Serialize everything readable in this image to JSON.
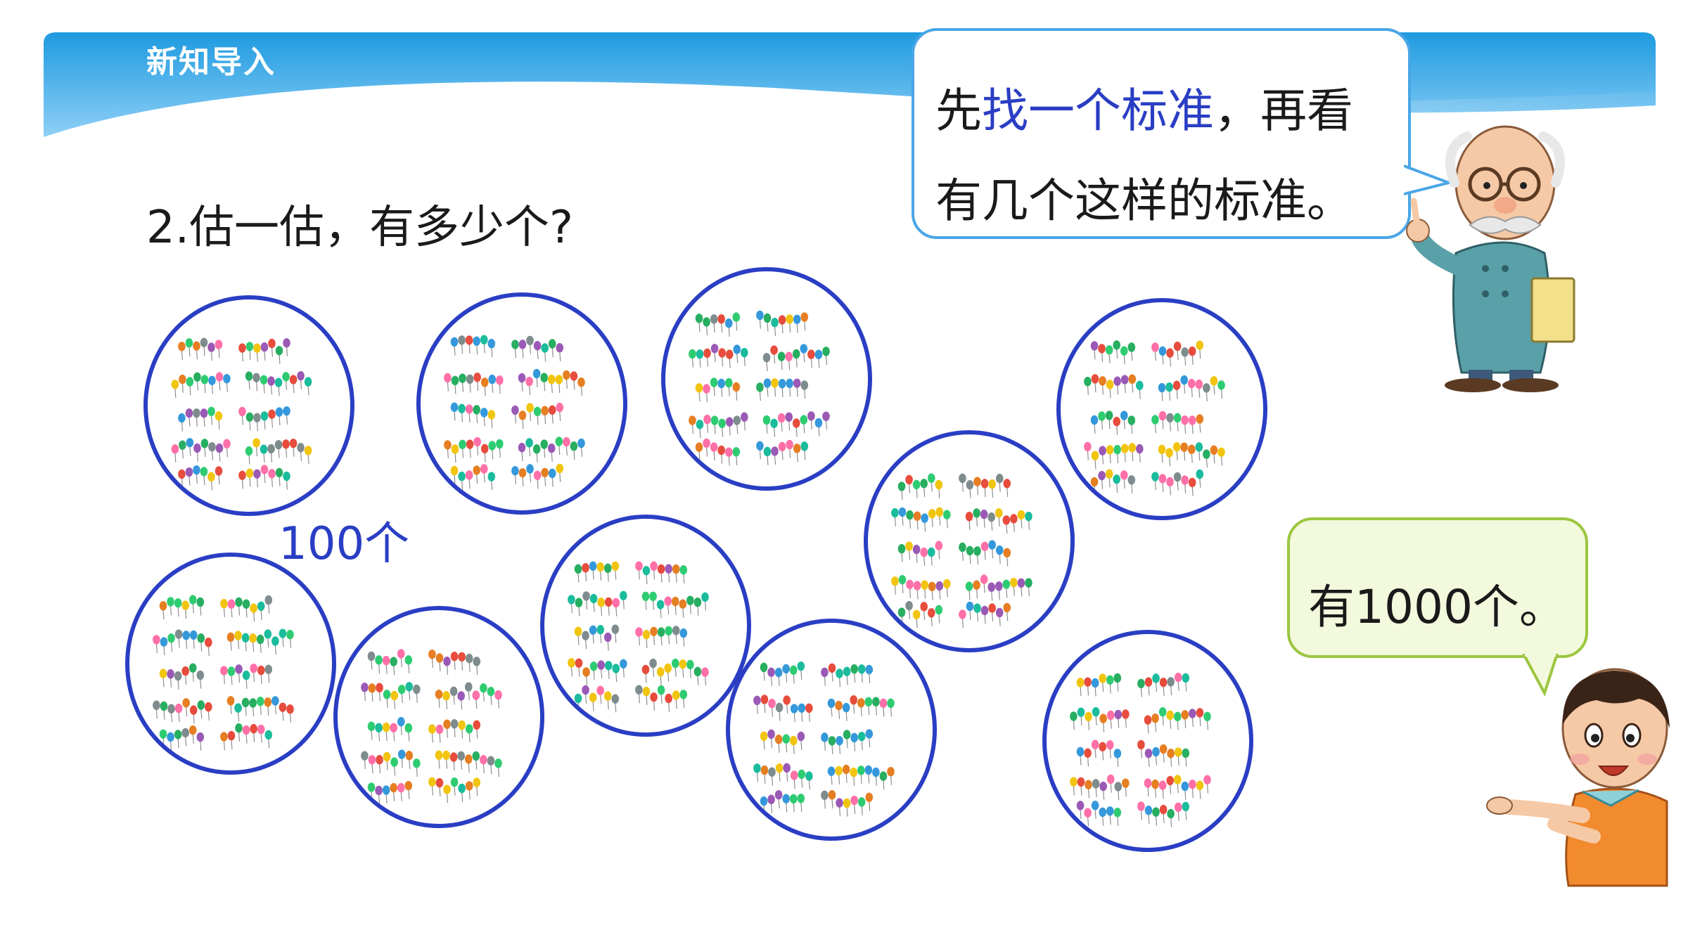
{
  "header": {
    "title": "新知导入"
  },
  "question": "2.估一估，有多少个?",
  "count_label": "100个",
  "teacher_bubble": {
    "line1_before": "先",
    "line1_highlight": "找一个标准",
    "line1_after": "，再看",
    "line2": "有几个这样的标准。"
  },
  "boy_bubble": {
    "text": "有1000个。"
  },
  "colors": {
    "circle_border": "#2a3ec4",
    "header_blue": "#1e9ae0",
    "highlight_text": "#2a3ec4",
    "teacher_bubble_border": "#4aa6e6",
    "boy_bubble_border": "#9cc640",
    "boy_bubble_fill": "#f2f9dc"
  },
  "groups": {
    "circle_count": 10
  }
}
